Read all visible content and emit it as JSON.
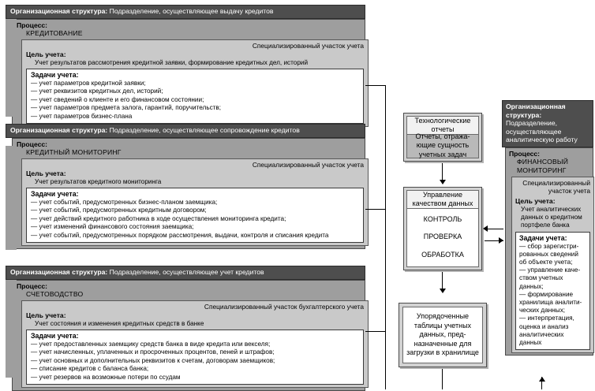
{
  "left_blocks": [
    {
      "org_label": "Организационная структура:",
      "org_value": "Подразделение, осуществляющее выдачу кредитов",
      "process_label": "Процесс:",
      "process_name": "КРЕДИТОВАНИЕ",
      "specialization": "Специализированный участок учета",
      "goal_label": "Цель учета:",
      "goal_text": "Учет результатов рассмотрения кредитной заявки, формирование кредитных дел, историй",
      "tasks_label": "Задачи учета:",
      "tasks": [
        "— учет параметров кредитной заявки;",
        "— учет реквизитов кредитных дел, историй;",
        "— учет сведений о клиенте и его финансовом состоянии;",
        "— учет параметров предмета залога, гарантий, поручительств;",
        "— учет параметров бизнес-плана"
      ]
    },
    {
      "org_label": "Организационная структура:",
      "org_value": "Подразделение, осуществляющее сопровождение кредитов",
      "process_label": "Процесс:",
      "process_name": "КРЕДИТНЫЙ МОНИТОРИНГ",
      "specialization": "Специализированный участок учета",
      "goal_label": "Цель учета:",
      "goal_text": "Учет результатов кредитного мониторинга",
      "tasks_label": "Задачи учета:",
      "tasks": [
        "— учет событий, предусмотренных бизнес-планом заемщика;",
        "— учет событий, предусмотренных кредитным договором;",
        "— учет действий кредитного работника в ходе осуществления мониторинга кредита;",
        "— учет изменений финансового состояния заемщика;",
        "— учет событий, предусмотренных порядком рассмотрения, выдачи, контроля и списания кредита"
      ]
    },
    {
      "org_label": "Организационная структура:",
      "org_value": "Подразделение, осуществляющее учет кредитов",
      "process_label": "Процесс:",
      "process_name": "СЧЕТОВОДСТВО",
      "specialization": "Специализированный участок бухгалтерского учета",
      "goal_label": "Цель учета:",
      "goal_text": "Учет состояния и изменения кредитных средств в банке",
      "tasks_label": "Задачи учета:",
      "tasks": [
        "— учет предоставленных заемщику средств банка в виде кредита или векселя;",
        "— учет начисленных, уплаченных и просроченных процентов, пеней и штрафов;",
        "— учет основных и дополнительных реквизитов к счетам, договорам заемщиков;",
        "— списание кредитов с баланса банка;",
        "— учет резервов на возможные потери по ссудам"
      ]
    }
  ],
  "flow": {
    "reports": {
      "head": "Технологические отчеты",
      "body": "Отчеты, отража­ющие сущность учетных задач"
    },
    "quality": {
      "head": "Управление качеством данных",
      "rows": [
        "КОНТРОЛЬ",
        "ПРОВЕРКА",
        "ОБРАБОТКА"
      ]
    },
    "tables": {
      "text": "Упорядоченные таблицы учетных данных, пред­назначенные для загрузки в хранилище"
    }
  },
  "right_block": {
    "org_label": "Организационная структура:",
    "org_value": "Подразделение, осуществляющее аналитическую работу",
    "process_label": "Процесс:",
    "process_name_1": "ФИНАНСОВЫЙ",
    "process_name_2": "МОНИТОРИНГ",
    "specialization": "Специализиро­ванный участок учета",
    "goal_label": "Цель учета:",
    "goal_text": "Учет аналитических данных о кредитном портфеле банка",
    "tasks_label": "Задачи учета:",
    "tasks": [
      "— сбор зарегистри­рованных сведений об объекте учета;",
      "— управление каче­ством учетных данных;",
      "— формирование хранилища аналити­ческих данных;",
      "— интерпретация, оценка и анализ аналитических данных"
    ]
  },
  "colors": {
    "header_bar": "#4e4e4e",
    "process_bg": "#9e9e9e",
    "inner_bg": "#c9c9c9",
    "task_bg": "#ffffff",
    "flow_head_bg": "#f2f2f2",
    "flow_body_bg": "#b9b9b9",
    "line": "#000000"
  }
}
